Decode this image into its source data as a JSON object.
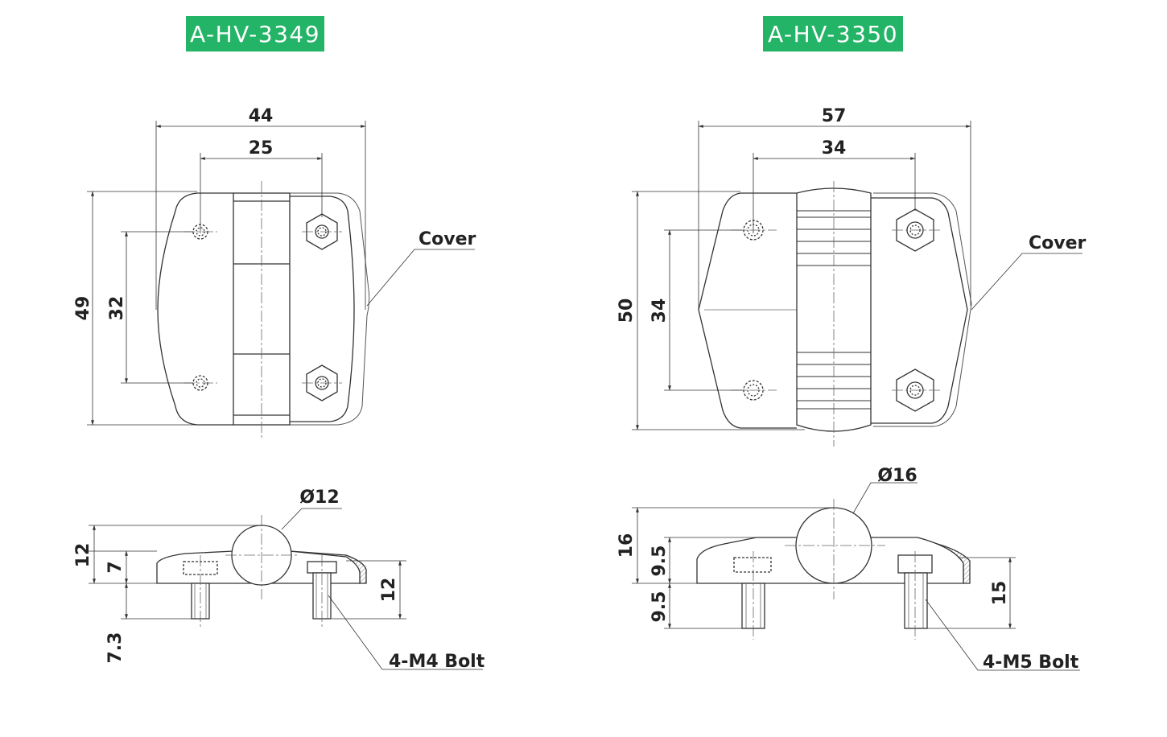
{
  "models": [
    {
      "id": "A-HV-3349",
      "top_view": {
        "overall_width": "44",
        "hole_pitch_x": "25",
        "overall_height": "49",
        "hole_pitch_y": "32",
        "cover_label": "Cover"
      },
      "side_view": {
        "pin_diameter": "Ø12",
        "overall_thickness": "12",
        "plate_thickness": "7",
        "bolt_projection": "7.3",
        "cover_height": "12",
        "bolt_label": "4-M4 Bolt"
      }
    },
    {
      "id": "A-HV-3350",
      "top_view": {
        "overall_width": "57",
        "hole_pitch_x": "34",
        "overall_height": "50",
        "hole_pitch_y": "34",
        "cover_label": "Cover"
      },
      "side_view": {
        "pin_diameter": "Ø16",
        "overall_thickness": "16",
        "plate_thickness": "9.5",
        "bolt_projection": "9.5",
        "cover_height": "15",
        "bolt_label": "4-M5 Bolt"
      }
    }
  ]
}
